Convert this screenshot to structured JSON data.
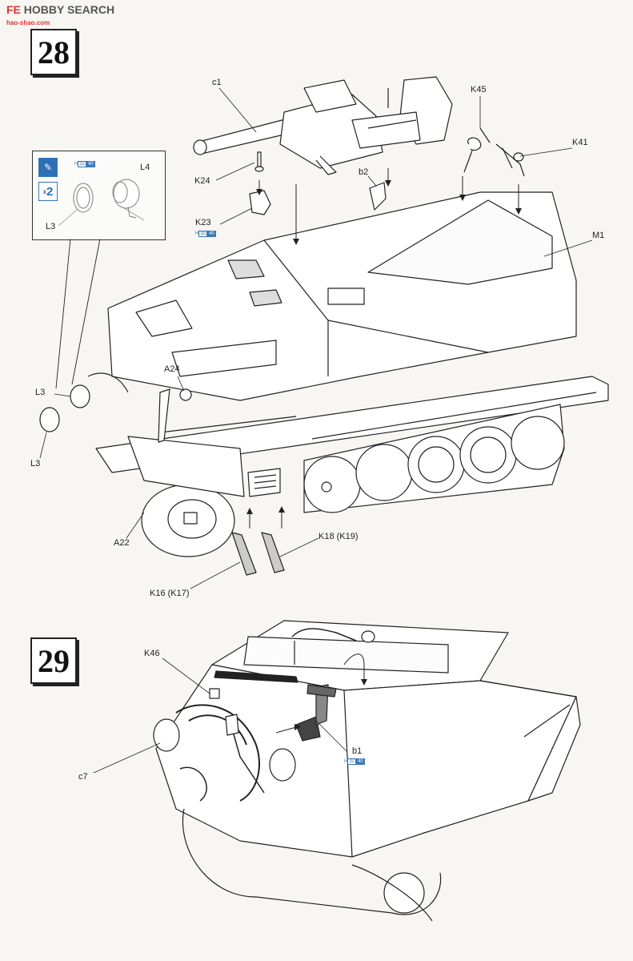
{
  "watermark": {
    "logo": "FE",
    "text": "HOBBY SEARCH",
    "url": "hao-shao.com"
  },
  "steps": [
    {
      "number": "28"
    },
    {
      "number": "29"
    }
  ],
  "inset": {
    "multiplier_prefix": "x",
    "multiplier_value": "2",
    "labels": {
      "l4": "L4",
      "l3": "L3"
    }
  },
  "color_badge": {
    "h": "H",
    "v1": "32",
    "v2": "40"
  },
  "step28_labels": {
    "c1": "c1",
    "k45": "K45",
    "k41": "K41",
    "k24": "K24",
    "b2": "b2",
    "k23": "K23",
    "m1": "M1",
    "a24": "A24",
    "l3_upper": "L3",
    "l3_lower": "L3",
    "a22": "A22",
    "k18": "K18 (K19)",
    "k16": "K16 (K17)"
  },
  "step29_labels": {
    "k46": "K46",
    "b1": "b1",
    "c7": "c7"
  }
}
